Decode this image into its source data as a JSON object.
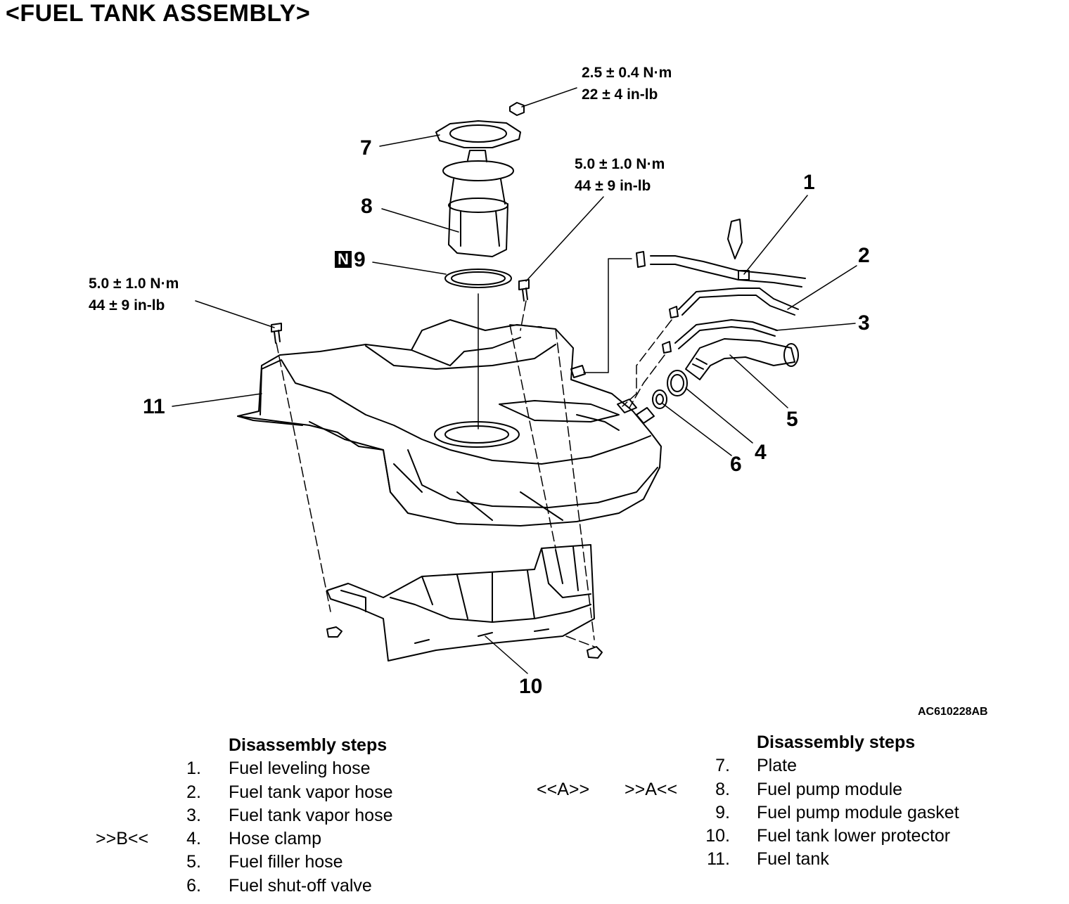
{
  "title": "<FUEL TANK ASSEMBLY>",
  "figure_code": "AC610228AB",
  "torque_specs": {
    "plate_nut": [
      "2.5 ± 0.4 N·m",
      "22 ± 4 in-lb"
    ],
    "right_bolt": [
      "5.0 ± 1.0 N·m",
      "44 ± 9 in-lb"
    ],
    "left_bolt": [
      "5.0 ± 1.0 N·m",
      "44 ± 9 in-lb"
    ]
  },
  "callouts": {
    "c1": "1",
    "c2": "2",
    "c3": "3",
    "c4": "4",
    "c5": "5",
    "c6": "6",
    "c7": "7",
    "c8": "8",
    "c9": "9",
    "c9_badge": "N",
    "c10": "10",
    "c11": "11"
  },
  "left_steps": {
    "heading": "Disassembly steps",
    "items": [
      {
        "num": "1.",
        "label": "Fuel leveling hose",
        "mark": ""
      },
      {
        "num": "2.",
        "label": "Fuel tank vapor hose",
        "mark": ""
      },
      {
        "num": "3.",
        "label": "Fuel tank vapor hose",
        "mark": ""
      },
      {
        "num": "4.",
        "label": "Hose clamp",
        "mark": ">>B<<"
      },
      {
        "num": "5.",
        "label": "Fuel filler hose",
        "mark": ""
      },
      {
        "num": "6.",
        "label": "Fuel shut-off valve",
        "mark": ""
      }
    ]
  },
  "right_steps": {
    "heading": "Disassembly steps",
    "removal_mark": "<<A>>",
    "install_mark": ">>A<<",
    "items": [
      {
        "num": "7.",
        "label": "Plate"
      },
      {
        "num": "8.",
        "label": "Fuel pump module"
      },
      {
        "num": "9.",
        "label": "Fuel pump module gasket"
      },
      {
        "num": "10.",
        "label": "Fuel tank lower protector"
      },
      {
        "num": "11.",
        "label": "Fuel tank"
      }
    ]
  }
}
